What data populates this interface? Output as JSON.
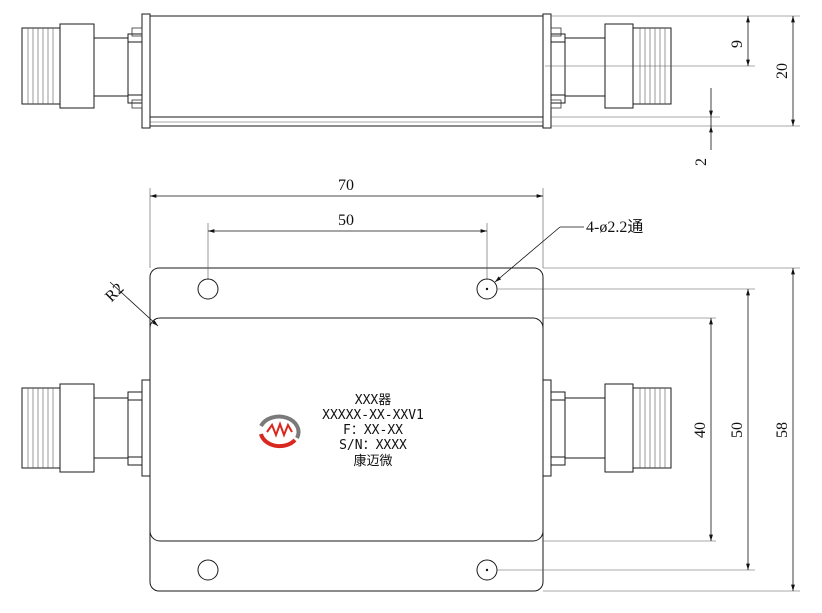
{
  "dimensions": {
    "top_view": {
      "d9": "9",
      "d20": "20",
      "d2": "2"
    },
    "front_view": {
      "d70": "70",
      "d50_horizontal": "50",
      "hole_callout": "4-ø2.2通",
      "radius": "R2",
      "d40": "40",
      "d50_vertical": "50",
      "d58": "58"
    }
  },
  "label": {
    "line1": "XXX器",
    "line2": "XXXXX-XX-XXV1",
    "line3": "F：XX-XX",
    "line4": "S/N：XXXX",
    "line5": "康迈微"
  },
  "logo": {
    "icon": "kangmai-logo-icon",
    "color_red": "#d8281f",
    "color_gray": "#7a7a7a"
  }
}
